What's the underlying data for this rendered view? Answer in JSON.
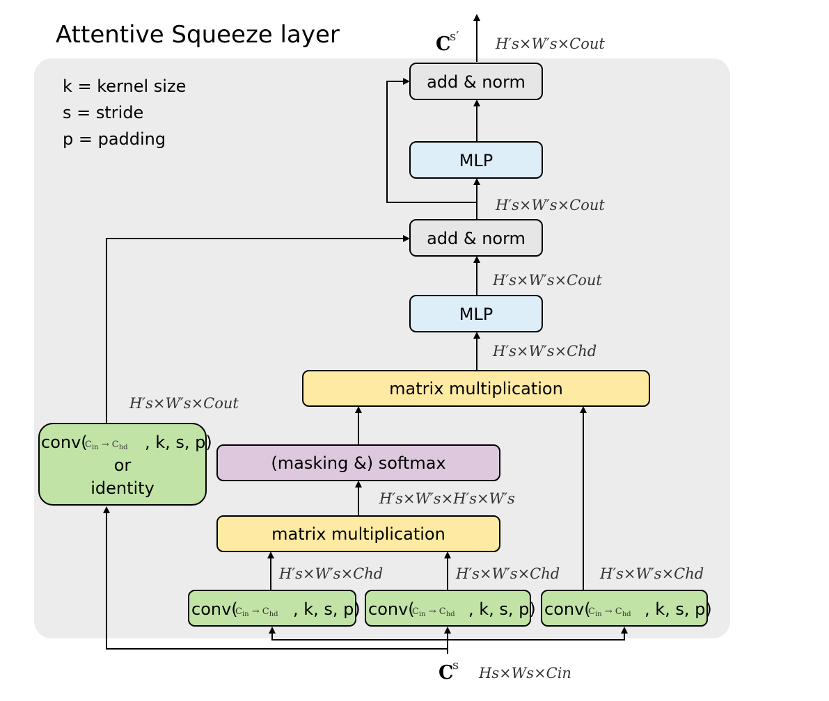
{
  "title": "Attentive Squeeze layer",
  "legend": [
    "k = kernel size",
    "s = stride",
    "p = padding"
  ],
  "boxes": {
    "add_norm_top": "add & norm",
    "mlp_top": "MLP",
    "add_norm_mid": "add & norm",
    "mlp_mid": "MLP",
    "matmul_top": "matrix multiplication",
    "softmax": "(masking &) softmax",
    "matmul_bottom": "matrix multiplication",
    "shortcut_conv_line1": "conv(",
    "shortcut_conv_args": ", k, s, p)",
    "shortcut_or": "or",
    "shortcut_identity": "identity",
    "conv_prefix": "conv(",
    "conv_args": ", k, s, p)"
  },
  "math": {
    "cin_to_chd": "C",
    "output_symbol": "C",
    "output_sup": "s′",
    "input_symbol": "C",
    "input_sup": "s"
  },
  "dims": {
    "output": "H′s×W′s×Cout",
    "after_mlp_top_input": "H′s×W′s×Cout",
    "after_add_norm_mid": "H′s×W′s×Cout",
    "after_mlp_mid_input": "H′s×W′s×Chd",
    "shortcut": "H′s×W′s×Cout",
    "attention": "H′s×W′s×H′s×W′s",
    "q": "H′s×W′s×Chd",
    "k": "H′s×W′s×Chd",
    "v": "H′s×W′s×Chd",
    "input": "Hs×Ws×Cin"
  },
  "colors": {
    "panel": "#ececec",
    "gray_box": "#e7e6e6",
    "blue_box": "#ddeef9",
    "yellow_box": "#ffeaa3",
    "purple_box": "#ddc8de",
    "green_box": "#c1e4a6"
  }
}
